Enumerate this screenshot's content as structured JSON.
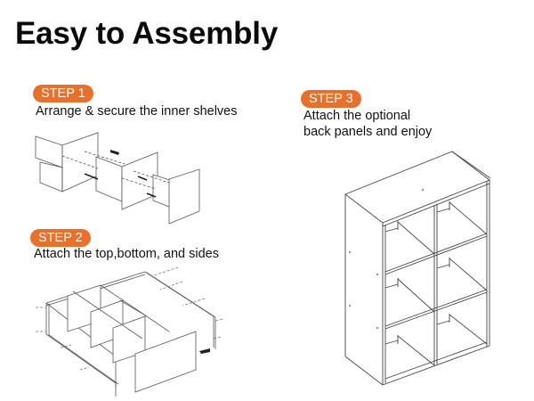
{
  "title": "Easy to Assembly",
  "accent_color": "#e8702a",
  "steps": [
    {
      "badge": "STEP 1",
      "text": "Arrange & secure the inner shelves",
      "illustration": "inner-shelves-exploded-diagram"
    },
    {
      "badge": "STEP 2",
      "text": "Attach the top,bottom, and sides",
      "illustration": "frame-assembly-exploded-diagram"
    },
    {
      "badge": "STEP 3",
      "text_line1": "Attach the optional",
      "text_line2": "back panels and enjoy",
      "illustration": "assembled-6-cube-bookcase"
    }
  ]
}
